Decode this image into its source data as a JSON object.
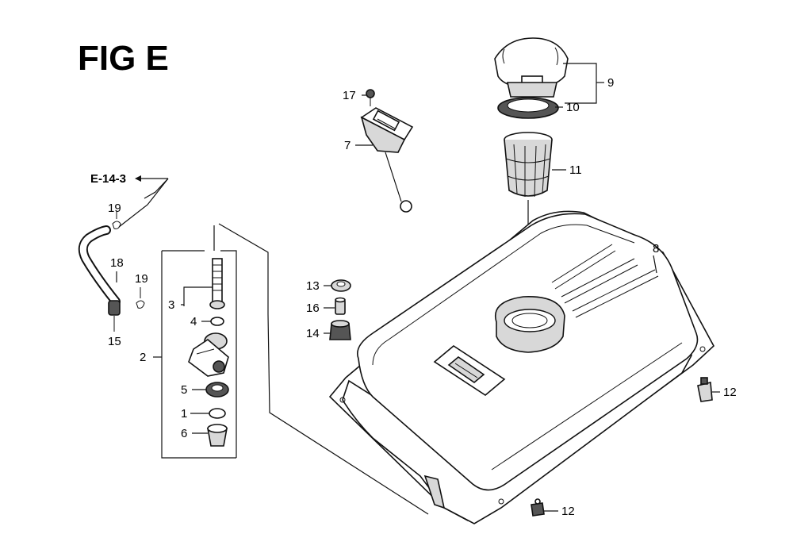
{
  "figure": {
    "title": "FIG E"
  },
  "reference": {
    "label": "E-14-3"
  },
  "callouts": {
    "c1": "1",
    "c2": "2",
    "c3": "3",
    "c4": "4",
    "c5": "5",
    "c6": "6",
    "c7": "7",
    "c8": "8",
    "c9": "9",
    "c10": "10",
    "c11": "11",
    "c12a": "12",
    "c12b": "12",
    "c13": "13",
    "c14": "14",
    "c15": "15",
    "c16": "16",
    "c17": "17",
    "c18": "18",
    "c19a": "19",
    "c19b": "19"
  }
}
